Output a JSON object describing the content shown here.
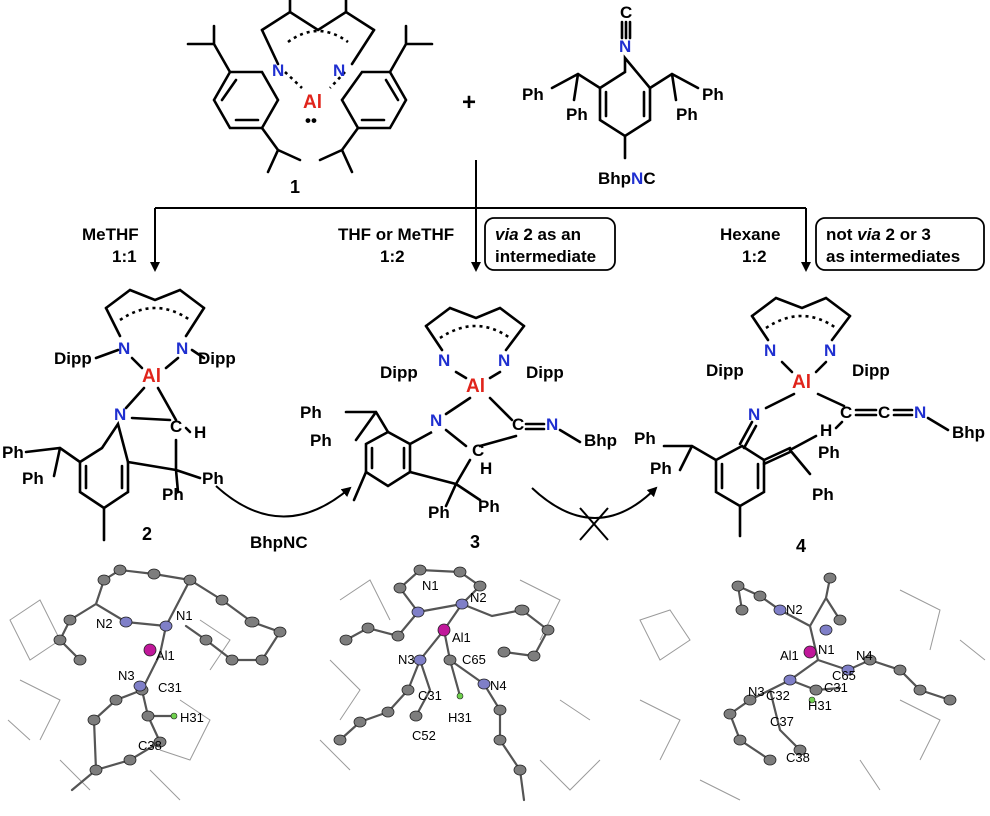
{
  "reactants": {
    "compound1_number": "1",
    "compound1_N_left": "N",
    "compound1_N_right": "N",
    "compound1_metal": "Al",
    "compound1_lone_pair": "••",
    "plus": "+",
    "isocyanide_C": "C",
    "isocyanide_N": "N",
    "ph_labels": [
      "Ph",
      "Ph",
      "Ph",
      "Ph"
    ],
    "bhp_prefix": "Bhp",
    "bhp_N": "N",
    "bhp_C": "C"
  },
  "conditions": {
    "left": {
      "solvent": "MeTHF",
      "ratio": "1:1"
    },
    "middle": {
      "solvent": "THF or MeTHF",
      "ratio": "1:2",
      "note_pre": "",
      "note_italic": "via",
      "note_line1_rest": " 2 as an",
      "note_line2": "intermediate"
    },
    "right": {
      "solvent": "Hexane",
      "ratio": "1:2",
      "note_line1_pre": "not ",
      "note_italic": "via",
      "note_line1_rest": " 2 or 3",
      "note_line2": "as intermediates"
    },
    "arrow_label": "BhpNC"
  },
  "products": {
    "p2": {
      "number": "2",
      "dipp": "Dipp",
      "N": "N",
      "Al": "Al",
      "C": "C",
      "H": "H",
      "Ph": "Ph"
    },
    "p3": {
      "number": "3",
      "dipp": "Dipp",
      "N": "N",
      "Al": "Al",
      "C": "C",
      "H": "H",
      "Ph": "Ph",
      "Bhp": "Bhp",
      "CN": "C═N"
    },
    "p4": {
      "number": "4",
      "dipp": "Dipp",
      "N": "N",
      "Al": "Al",
      "C": "C",
      "H": "H",
      "Ph": "Ph",
      "Bhp": "Bhp"
    }
  },
  "crystal": {
    "c2": [
      "N2",
      "N1",
      "Al1",
      "N3",
      "C31",
      "H31",
      "C38"
    ],
    "c3": [
      "N1",
      "N2",
      "Al1",
      "N3",
      "C65",
      "C31",
      "N4",
      "H31",
      "C52"
    ],
    "c4": [
      "N2",
      "Al1",
      "N1",
      "N4",
      "N3",
      "C65",
      "C32",
      "C31",
      "H31",
      "C37",
      "C38"
    ]
  }
}
